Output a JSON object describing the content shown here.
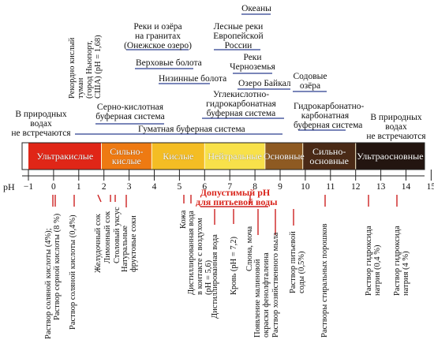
{
  "axis": {
    "label": "pH",
    "ticks": [
      "−1",
      "0",
      "1",
      "2",
      "3",
      "4",
      "5",
      "6",
      "7",
      "8",
      "9",
      "10",
      "11",
      "12",
      "13",
      "14",
      "15"
    ]
  },
  "zones": [
    {
      "from": -1,
      "to": 1.9,
      "label": "Ультракислые",
      "color": "#e02617",
      "text": "#ffffff"
    },
    {
      "from": 1.9,
      "to": 3.9,
      "label": "Сильно-\nкислые",
      "color": "#ee7a12",
      "text": "#ffffff"
    },
    {
      "from": 3.9,
      "to": 6.0,
      "label": "Кислые",
      "color": "#f4bd24",
      "text": "#ffffff"
    },
    {
      "from": 6.0,
      "to": 8.4,
      "label": "Нейтральные",
      "color": "#f8e14a",
      "text": "#ffffff"
    },
    {
      "from": 8.4,
      "to": 9.9,
      "label": "Основные",
      "color": "#8e5a22",
      "text": "#ffffff"
    },
    {
      "from": 9.9,
      "to": 12.0,
      "label": "Сильно-\nосновные",
      "color": "#4a2a16",
      "text": "#ffffff"
    },
    {
      "from": 12.0,
      "to": 15.0,
      "label": "Ультраосновные",
      "color": "#231510",
      "text": "#ffffff"
    }
  ],
  "top_labels": {
    "natural_left": "В природных\nводах\nне встречаются",
    "natural_right": "В природных\nводах\nне встречаются",
    "record_fog": "Рекордно кислый\nтуман\n(город Ньюпорт,\nСША) (pH = 1,68)",
    "sulfate_buffer": "Серно-кислотная\nбуферная система",
    "humate_buffer": "Гуматная буферная система",
    "carbonate_buffer": "Углекислотно-\nгидрокарбонатная\nбуферная система",
    "hydrocarbonate_buffer": "Гидрокарбонатно-\nкарбонатная\nбуферная система",
    "granite_lakes": "Реки и озёра\nна гранитах\n(Онежское озеро)",
    "forest_rivers": "Лесные реки\nЕвропейской\nРоссии",
    "oceans": "Океаны",
    "upland_bogs": "Верховые болота",
    "lowland_bogs": "Низинные болота",
    "chernozem_rivers": "Реки\nЧерноземья",
    "baikal": "Озеро Байкал",
    "soda_lakes": "Содовые\nозёра"
  },
  "bottom_labels": {
    "hcl_4": "Раствор соляной кислоты (4%);",
    "h2so4_8": "Раствор серной кислоты (8 %)",
    "hcl_04": "Раствор соляной кислоты (0,4%)",
    "gastric": "Желудочный сок",
    "lemon": "Лимонный сок",
    "vinegar": "Столовый уксус",
    "fruit_juice": "Натуральные\nфруктовые соки",
    "skin": "Кожа",
    "distilled_air": "Дистиллированная вода\nв контакте с воздухом\n(pH = 5,6)",
    "distilled": "Дистиллированная вода",
    "blood": "Кровь (pH = 7,2)",
    "saliva": "Слюна, моча",
    "phenol": "Появление малиновой\nокраски фенолфталеина",
    "soap": "Раствор хозяйственного мыла",
    "baking_soda": "Раствор питьевой\nсоды (0,5%)",
    "detergent": "Растворы стиральных порошков",
    "naoh_04": "Раствор гидроксида\nнатрия (0,4 %)",
    "naoh_4": "Раствор гидроксида\nнатрия (4 %)",
    "drinking_water": "Допустимый pH\nдля питьевой воды"
  },
  "colors": {
    "underline_blue": "#2b3f8f",
    "marker_red": "#cc2222",
    "drinking_red": "#d9241b"
  }
}
